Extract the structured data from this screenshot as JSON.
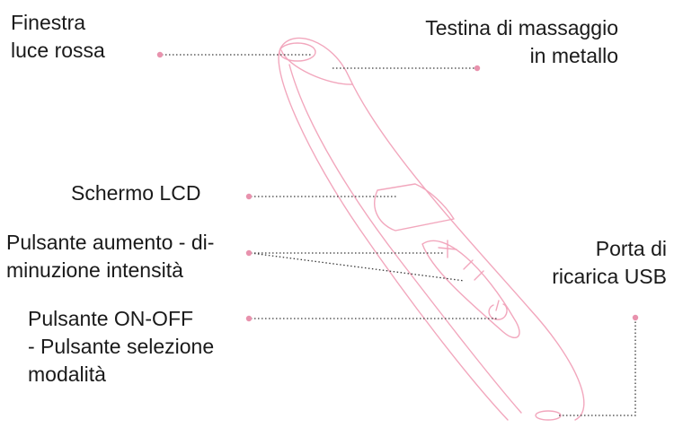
{
  "labels": {
    "red_light_window": "Finestra\nluce rossa",
    "metal_head": "Testina di massaggio\nin metallo",
    "lcd_screen": "Schermo LCD",
    "intensity_button": "Pulsante aumento - di-\nminuzione intensità",
    "power_button": "Pulsante ON-OFF\n- Pulsante selezione\nmodalità",
    "usb_port": "Porta di\nricarica USB"
  },
  "colors": {
    "outline": "#f2a7bd",
    "dot": "#e892ad",
    "leader": "#3a3a3a",
    "text": "#1a1a1a"
  }
}
